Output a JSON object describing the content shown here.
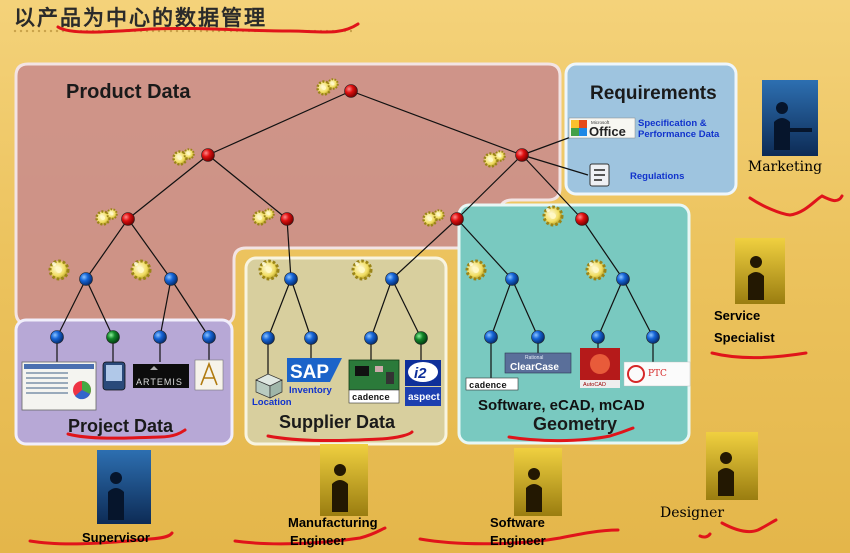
{
  "title": "以产品为中心的数据管理",
  "regions": {
    "product": "Product Data",
    "requirements": "Requirements",
    "project": "Project Data",
    "supplier": "Supplier Data",
    "geometry": "Geometry",
    "geometry_sub": "Software, eCAD, mCAD"
  },
  "requirements_items": {
    "office_small": "Microsoft",
    "office_big": "Office",
    "spec": "Specification &",
    "spec2": "Performance Data",
    "regulations": "Regulations"
  },
  "supplier_items": {
    "sap": "SAP",
    "inventory": "Inventory",
    "location": "Location",
    "cadence": "cadence",
    "i2": "i2",
    "aspect": "aspect"
  },
  "project_items": {
    "artemis": "ARTEMIS"
  },
  "geometry_items": {
    "cadence": "cadence",
    "clearcase_small": "Rational",
    "clearcase": "ClearCase",
    "autocad": "AutoCAD",
    "ptc": "PTC"
  },
  "roles": {
    "marketing": "Marketing",
    "service1": "Service",
    "service2": "Specialist",
    "supervisor": "Supervisor",
    "mfg1": "Manufacturing",
    "mfg2": "Engineer",
    "sw1": "Software",
    "sw2": "Engineer",
    "designer": "Designer"
  },
  "colors": {
    "product_fill": "#c98c8c",
    "requirements_fill": "#9ec4df",
    "project_fill": "#b7a8d6",
    "supplier_fill": "#d8cf9e",
    "geometry_fill": "#79c9c0",
    "node_red": "#e01010",
    "node_blue": "#1565d8",
    "node_green": "#12872a",
    "annotation_red": "#e0141a"
  }
}
